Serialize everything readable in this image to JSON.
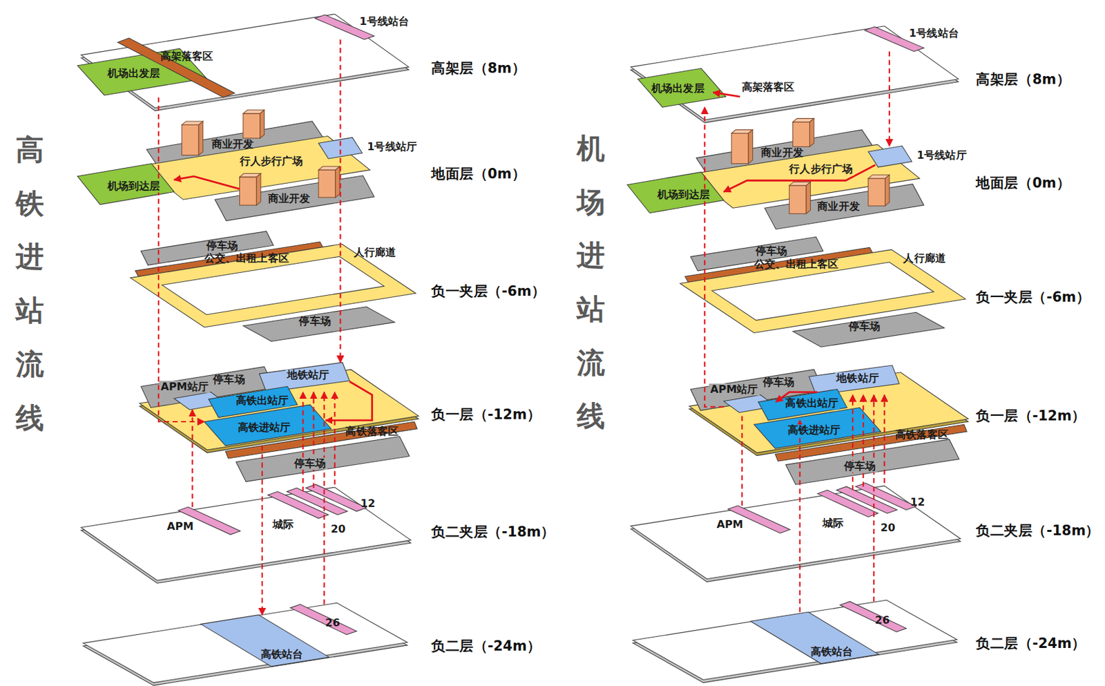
{
  "diagram": {
    "nodes": [
      {
        "text": [
          "1号线站台"
        ]
      },
      {
        "text": [
          "机场出发层"
        ]
      },
      {
        "text": [
          "高架落客区"
        ]
      },
      {
        "text": [
          "商业开发"
        ]
      },
      {
        "text": [
          "行人步行广场"
        ]
      },
      {
        "text": [
          "1号线站厅"
        ]
      },
      {
        "text": [
          "机场到达层"
        ]
      },
      {
        "text": [
          "商业开发"
        ]
      },
      {
        "text": [
          "停车场"
        ]
      },
      {
        "text": [
          "公交、出租上客区"
        ]
      },
      {
        "text": [
          "人行廊道"
        ]
      },
      {
        "text": [
          "停车场"
        ]
      },
      {
        "text": [
          "停车场"
        ]
      },
      {
        "text": [
          "地铁站厅"
        ]
      },
      {
        "text": [
          "APM站厅"
        ]
      },
      {
        "text": [
          "高铁出站厅"
        ]
      },
      {
        "text": [
          "高铁进站厅"
        ]
      },
      {
        "text": [
          "高铁落客区"
        ]
      },
      {
        "text": [
          "停车场"
        ]
      },
      {
        "text": [
          "APM"
        ]
      },
      {
        "text": [
          "城际"
        ]
      },
      {
        "text": [
          "20"
        ]
      },
      {
        "text": [
          "12"
        ]
      },
      {
        "text": [
          "高铁站台"
        ]
      },
      {
        "text": [
          "26"
        ]
      },
      {
        "text": [
          "1号线站台"
        ]
      },
      {
        "text": [
          "机场出发层"
        ]
      },
      {
        "text": [
          "高架落客区"
        ]
      },
      {
        "text": [
          "商业开发"
        ]
      },
      {
        "text": [
          "行人步行广场"
        ]
      },
      {
        "text": [
          "1号线站厅"
        ]
      },
      {
        "text": [
          "机场到达层"
        ]
      },
      {
        "text": [
          "商业开发"
        ]
      },
      {
        "text": [
          "停车场"
        ]
      },
      {
        "text": [
          "公交、出租上客区"
        ]
      },
      {
        "text": [
          "人行廊道"
        ]
      },
      {
        "text": [
          "停车场"
        ]
      },
      {
        "text": [
          "停车场"
        ]
      },
      {
        "text": [
          "地铁站厅"
        ]
      },
      {
        "text": [
          "APM站厅"
        ]
      },
      {
        "text": [
          "高铁出站厅"
        ]
      },
      {
        "text": [
          "高铁进站厅"
        ]
      },
      {
        "text": [
          "高铁落客区"
        ]
      },
      {
        "text": [
          "停车场"
        ]
      },
      {
        "text": [
          "APM"
        ]
      },
      {
        "text": [
          "城际"
        ]
      },
      {
        "text": [
          "20"
        ]
      },
      {
        "text": [
          "12"
        ]
      },
      {
        "text": [
          "高铁站台"
        ]
      },
      {
        "text": [
          "26"
        ]
      }
    ],
    "edges": [
      {
        "from": 0,
        "to": 13,
        "arrow": "to"
      },
      {
        "from": 2,
        "to": 16,
        "arrow": "to"
      },
      {
        "from": 4,
        "to": 6,
        "arrow": "to"
      },
      {
        "from": 19,
        "to": 14,
        "arrow": "to"
      },
      {
        "from": 20,
        "to": 13,
        "arrow": "to"
      },
      {
        "from": 21,
        "to": 13,
        "arrow": "to"
      },
      {
        "from": 22,
        "to": 13,
        "arrow": "to"
      },
      {
        "from": 24,
        "to": 13,
        "arrow": "to"
      },
      {
        "from": 13,
        "to": 16,
        "arrow": "to"
      },
      {
        "from": 16,
        "to": 23,
        "arrow": "to"
      },
      {
        "from": 25,
        "to": 30,
        "arrow": "to"
      },
      {
        "from": 30,
        "to": 31,
        "arrow": "to"
      },
      {
        "from": 27,
        "to": 26,
        "arrow": "to"
      },
      {
        "from": 45,
        "to": 38,
        "arrow": "to"
      },
      {
        "from": 46,
        "to": 38,
        "arrow": "to"
      },
      {
        "from": 47,
        "to": 38,
        "arrow": "to"
      },
      {
        "from": 49,
        "to": 38,
        "arrow": "to"
      },
      {
        "from": 44,
        "to": 39,
        "arrow": "none"
      },
      {
        "from": 48,
        "to": 40,
        "arrow": "to"
      },
      {
        "from": 38,
        "to": 39,
        "arrow": "to"
      },
      {
        "from": 39,
        "to": 26,
        "arrow": "to"
      }
    ],
    "labels": [
      "高铁进站流线",
      "高架层（8m）",
      "地面层（0m）",
      "负一夹层（-6m）",
      "负一层（-12m）",
      "负二夹层（-18m）",
      "负二层（-24m）",
      "机场进站流线",
      "高架层（8m）",
      "地面层（0m）",
      "负一夹层（-6m）",
      "负一层（-12m）",
      "负二夹层（-18m）",
      "负二层（-24m）"
    ]
  }
}
